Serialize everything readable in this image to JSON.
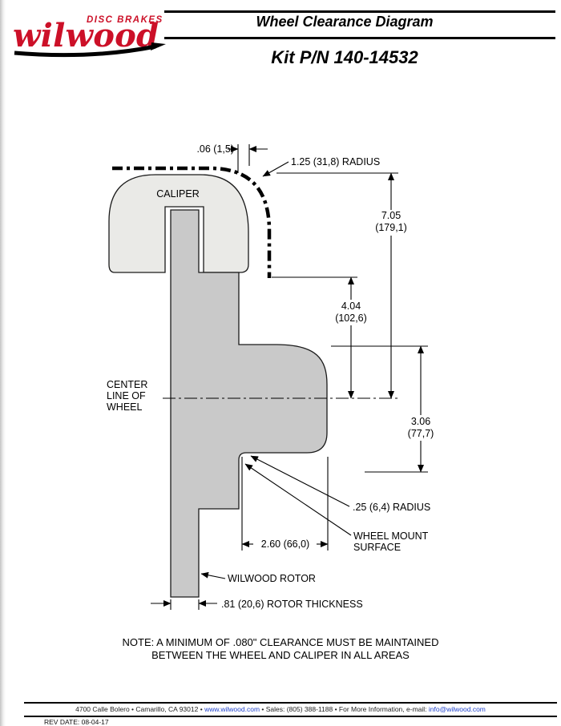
{
  "colors": {
    "logo_red": "#cc1028",
    "caliper_fill": "#eaeae7",
    "rotor_fill": "#c9c9c9",
    "link_blue": "#2244cc"
  },
  "header": {
    "brand_tagline": "DISC BRAKES",
    "brand_name": "wilwood",
    "title": "Wheel Clearance Diagram",
    "kit_number": "Kit P/N 140-14532"
  },
  "diagram": {
    "caliper_label": "CALIPER",
    "centerline_label": [
      "CENTER",
      "LINE OF",
      "WHEEL"
    ],
    "dim_top_gap": ".06 (1,5)",
    "dim_radius_top": "1.25 (31,8) RADIUS",
    "dim_705": [
      "7.05",
      "(179,1)"
    ],
    "dim_404": [
      "4.04",
      "(102,6)"
    ],
    "dim_306": [
      "3.06",
      "(77,7)"
    ],
    "dim_radius_small": ".25 (6,4) RADIUS",
    "wheel_mount": [
      "WHEEL MOUNT",
      "SURFACE"
    ],
    "dim_260": "2.60 (66,0)",
    "rotor_label": "WILWOOD ROTOR",
    "dim_thickness": ".81 (20,6) ROTOR THICKNESS",
    "note_line1": "NOTE: A MINIMUM OF .080\" CLEARANCE MUST BE MAINTAINED",
    "note_line2": "BETWEEN THE WHEEL AND CALIPER IN ALL AREAS"
  },
  "footer": {
    "address": "4700 Calle Bolero • Camarillo, CA 93012 •",
    "link_site": "www.wilwood.com",
    "middle": "• Sales: (805) 388-1188 • For More Information, e-mail:",
    "link_email": "info@wilwood.com",
    "rev_date": "REV DATE:  08-04-17"
  }
}
